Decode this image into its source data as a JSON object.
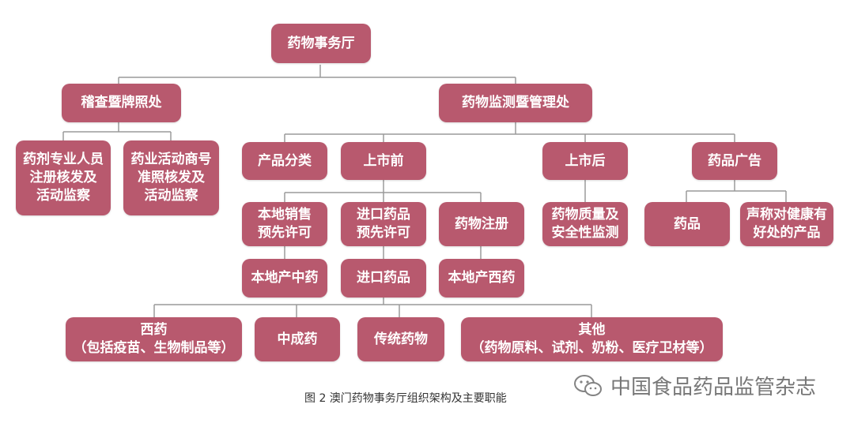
{
  "diagram": {
    "root": "药物事务厅",
    "dept_a": "稽查暨牌照处",
    "dept_a_child1": [
      "药剂专业人员",
      "注册核发及",
      "活动监察"
    ],
    "dept_a_child2": [
      "药业活动商号",
      "准照核发及",
      "活动监察"
    ],
    "dept_b": "药物监测暨管理处",
    "classify": "产品分类",
    "premarket": "上市前",
    "postmarket": "上市后",
    "advert": "药品广告",
    "local_sale": [
      "本地销售",
      "预先许可"
    ],
    "import_pre": [
      "进口药品",
      "预先许可"
    ],
    "drug_reg": "药物注册",
    "quality": [
      "药物质量及",
      "安全性监测"
    ],
    "ad_drug": "药品",
    "ad_health": [
      "声称对健康有",
      "好处的产品"
    ],
    "local_tcm": "本地产中药",
    "import_drug": "进口药品",
    "local_western": "本地产西药",
    "western": [
      "西药",
      "（包括疫苗、生物制品等）"
    ],
    "proprietary_cm": "中成药",
    "traditional": "传统药物",
    "others": [
      "其他",
      "（药物原料、试剂、奶粉、医疗卫材等）"
    ]
  },
  "caption": "图 2   澳门药物事务厅组织架构及主要职能",
  "watermark": "中国食品药品监管杂志",
  "colors": {
    "node_fill": "#b8596e",
    "connector": "#9a9a9a"
  }
}
